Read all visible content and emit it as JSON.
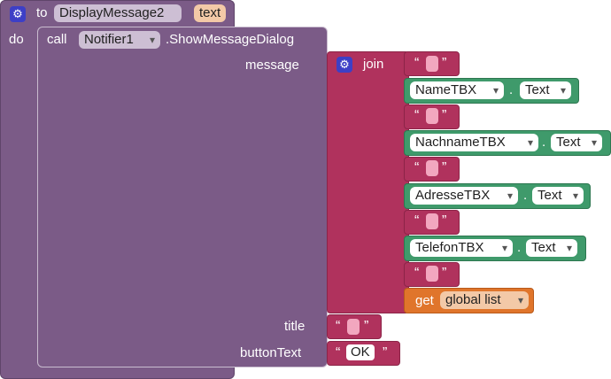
{
  "procedure": {
    "to_label": "to",
    "name": "DisplayMessage2",
    "param": "text",
    "do_label": "do"
  },
  "call": {
    "call_label": "call",
    "component": "Notifier1",
    "method": ".ShowMessageDialog"
  },
  "sockets": {
    "message": "message",
    "title": "title",
    "button_text": "buttonText"
  },
  "join": {
    "label": "join",
    "items": [
      {
        "component": "NameTBX",
        "property": "Text"
      },
      {
        "component": "NachnameTBX",
        "property": "Text"
      },
      {
        "component": "AdresseTBX",
        "property": "Text"
      },
      {
        "component": "TelefonTBX",
        "property": "Text"
      }
    ],
    "get_label": "get",
    "get_var": "global list"
  },
  "quote_open": "“",
  "quote_close": "”",
  "dot": ".",
  "button_text_value": "OK",
  "colors": {
    "procedure": "#7b5b87",
    "text": "#b0325d",
    "component": "#3f9a6b",
    "variable": "#e0752b",
    "gear": "#3d3fc6"
  }
}
